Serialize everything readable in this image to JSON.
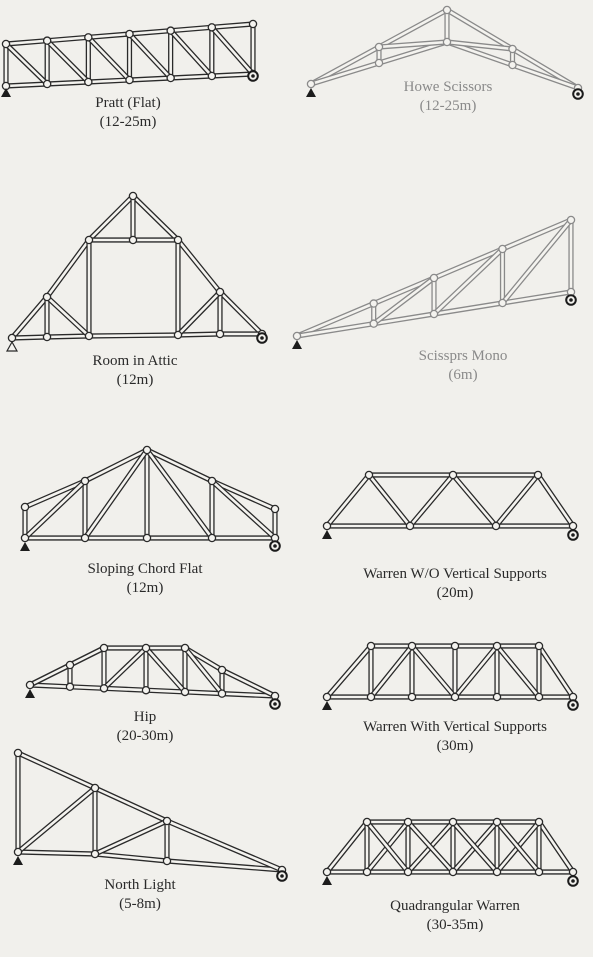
{
  "trusses": [
    {
      "id": "pratt-flat",
      "name": "Pratt (Flat)",
      "span": "(12-25m)",
      "faded": false
    },
    {
      "id": "howe-scissors",
      "name": "Howe Scissors",
      "span": "(12-25m)",
      "faded": true
    },
    {
      "id": "room-in-attic",
      "name": "Room in Attic",
      "span": "(12m)",
      "faded": false
    },
    {
      "id": "scissors-mono",
      "name": "Scissprs Mono",
      "span": "(6m)",
      "faded": true
    },
    {
      "id": "sloping-chord-flat",
      "name": "Sloping Chord Flat",
      "span": "(12m)",
      "faded": false
    },
    {
      "id": "warren-without-verticals",
      "name": "Warren W/O Vertical Supports",
      "span": "(20m)",
      "faded": false
    },
    {
      "id": "hip",
      "name": "Hip",
      "span": "(20-30m)",
      "faded": false
    },
    {
      "id": "warren-with-verticals",
      "name": "Warren With Vertical Supports",
      "span": "(30m)",
      "faded": false
    },
    {
      "id": "north-light",
      "name": "North Light",
      "span": "(5-8m)",
      "faded": false
    },
    {
      "id": "quadrangular-warren",
      "name": "Quadrangular Warren",
      "span": "(30-35m)",
      "faded": false
    }
  ]
}
